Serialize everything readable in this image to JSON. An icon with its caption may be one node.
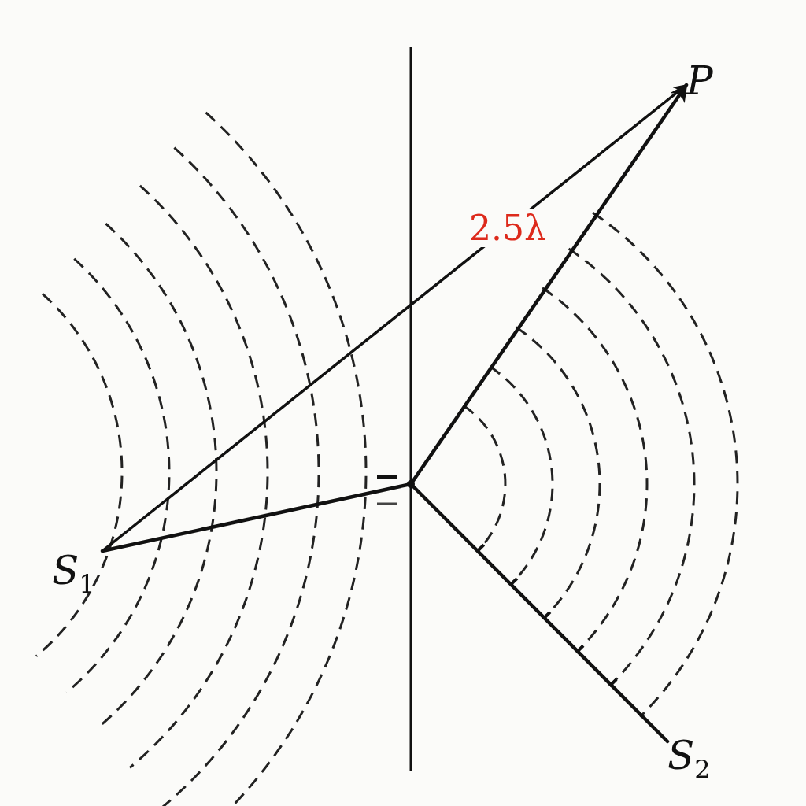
{
  "diagram": {
    "nodes": [
      {
        "text": [
          "S$_{1}$"
        ]
      },
      {
        "text": [
          "P"
        ]
      },
      {
        "text": [
          "S$_{2}$"
        ]
      },
      {
        "text": [],
        "shape": "point"
      }
    ],
    "edges": [
      {
        "from": 0,
        "to": 1,
        "arrow": "to",
        "label": "2.5λ"
      },
      {
        "from": 0,
        "to": 3,
        "arrow": "none"
      },
      {
        "from": 3,
        "to": 1,
        "arrow": "to"
      },
      {
        "from": 3,
        "to": 2,
        "arrow": "none"
      }
    ]
  }
}
